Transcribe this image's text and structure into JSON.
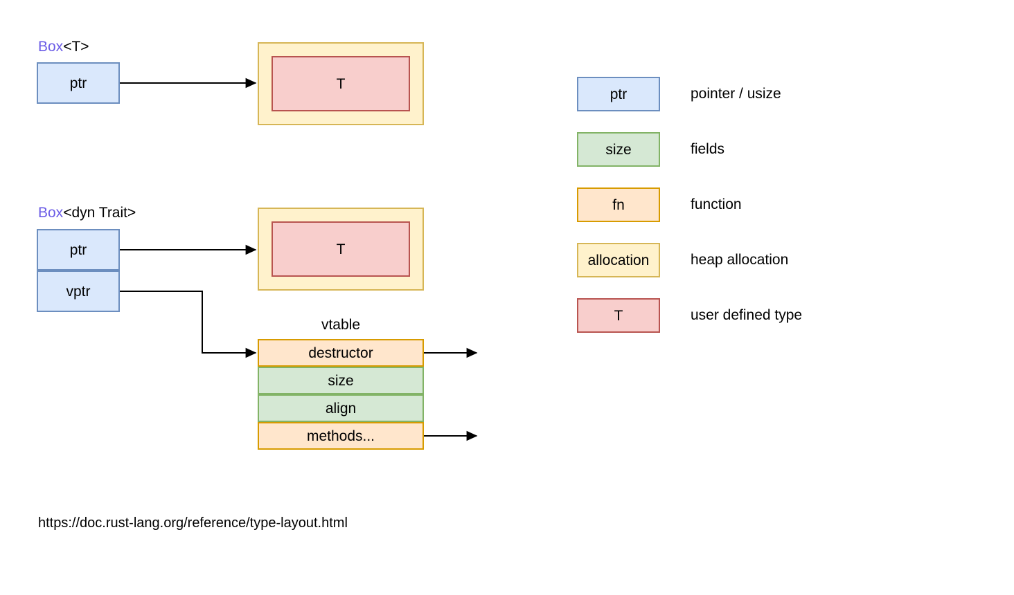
{
  "palette": {
    "blue_fill": "#dae8fc",
    "blue_stroke": "#6c8ebf",
    "green_fill": "#d5e8d4",
    "green_stroke": "#82b366",
    "orange_fill": "#ffe6cc",
    "orange_stroke": "#d79b00",
    "yellow_fill": "#fff2cc",
    "yellow_stroke": "#d6b656",
    "red_fill": "#f8cecc",
    "red_stroke": "#b85450",
    "title_accent": "#6b5ce6",
    "line_color": "#000000"
  },
  "box_t": {
    "title_accent_text": "Box",
    "title_rest_text": "<T>",
    "ptr_label": "ptr",
    "type_label": "T"
  },
  "box_dyn": {
    "title_accent_text": "Box",
    "title_rest_text": "<dyn Trait>",
    "ptr_label": "ptr",
    "vptr_label": "vptr",
    "type_label": "T",
    "vtable_title": "vtable",
    "vtable_rows": [
      {
        "label": "destructor",
        "kind": "fn",
        "pointer_out": true
      },
      {
        "label": "size",
        "kind": "fields",
        "pointer_out": false
      },
      {
        "label": "align",
        "kind": "fields",
        "pointer_out": false
      },
      {
        "label": "methods...",
        "kind": "fn",
        "pointer_out": true
      }
    ]
  },
  "legend": {
    "items": [
      {
        "swatch_label": "ptr",
        "kind": "pointer",
        "description": "pointer / usize"
      },
      {
        "swatch_label": "size",
        "kind": "fields",
        "description": "fields"
      },
      {
        "swatch_label": "fn",
        "kind": "function",
        "description": "function"
      },
      {
        "swatch_label": "allocation",
        "kind": "allocation",
        "description": "heap allocation"
      },
      {
        "swatch_label": "T",
        "kind": "user-type",
        "description": "user defined type"
      }
    ]
  },
  "footer": {
    "url": "https://doc.rust-lang.org/reference/type-layout.html"
  }
}
